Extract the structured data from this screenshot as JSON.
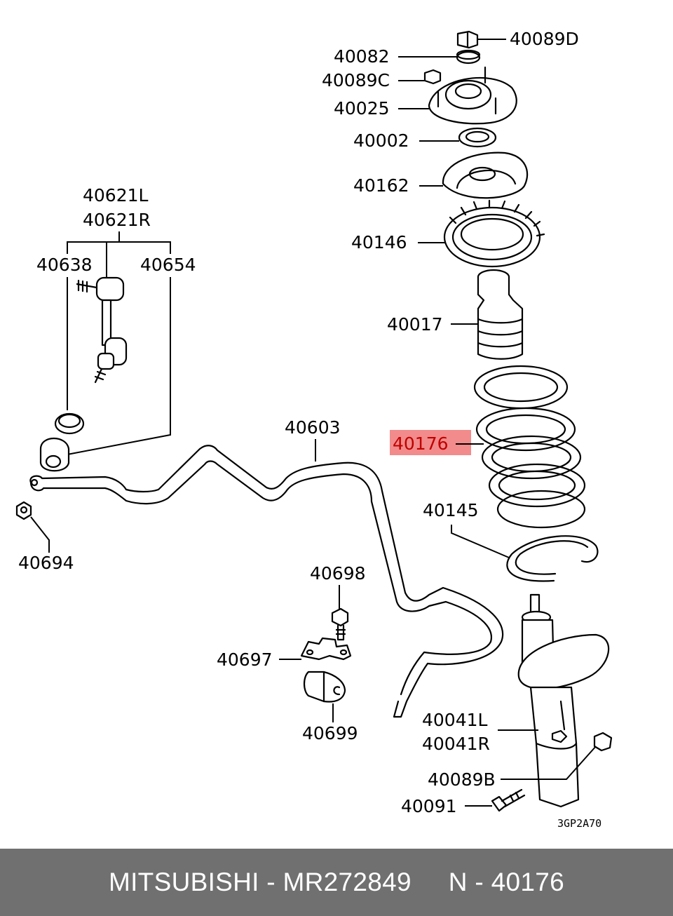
{
  "diagram": {
    "labels": {
      "p40089D": "40089D",
      "p40082": "40082",
      "p40089C": "40089C",
      "p40025": "40025",
      "p40002": "40002",
      "p40162": "40162",
      "p40146": "40146",
      "p40017": "40017",
      "p40176": "40176",
      "p40145": "40145",
      "p40041L": "40041L",
      "p40041R": "40041R",
      "p40089B": "40089B",
      "p40091": "40091",
      "p40621L": "40621L",
      "p40621R": "40621R",
      "p40638": "40638",
      "p40654": "40654",
      "p40603": "40603",
      "p40694": "40694",
      "p40698": "40698",
      "p40697": "40697",
      "p40699": "40699"
    },
    "drawing_code": "3GP2A70",
    "highlight_color": "#f28b8b",
    "highlight_text_color": "#c00000"
  },
  "footer": {
    "text": "MITSUBISHI - MR272849     N - 40176",
    "background": "#707070"
  }
}
